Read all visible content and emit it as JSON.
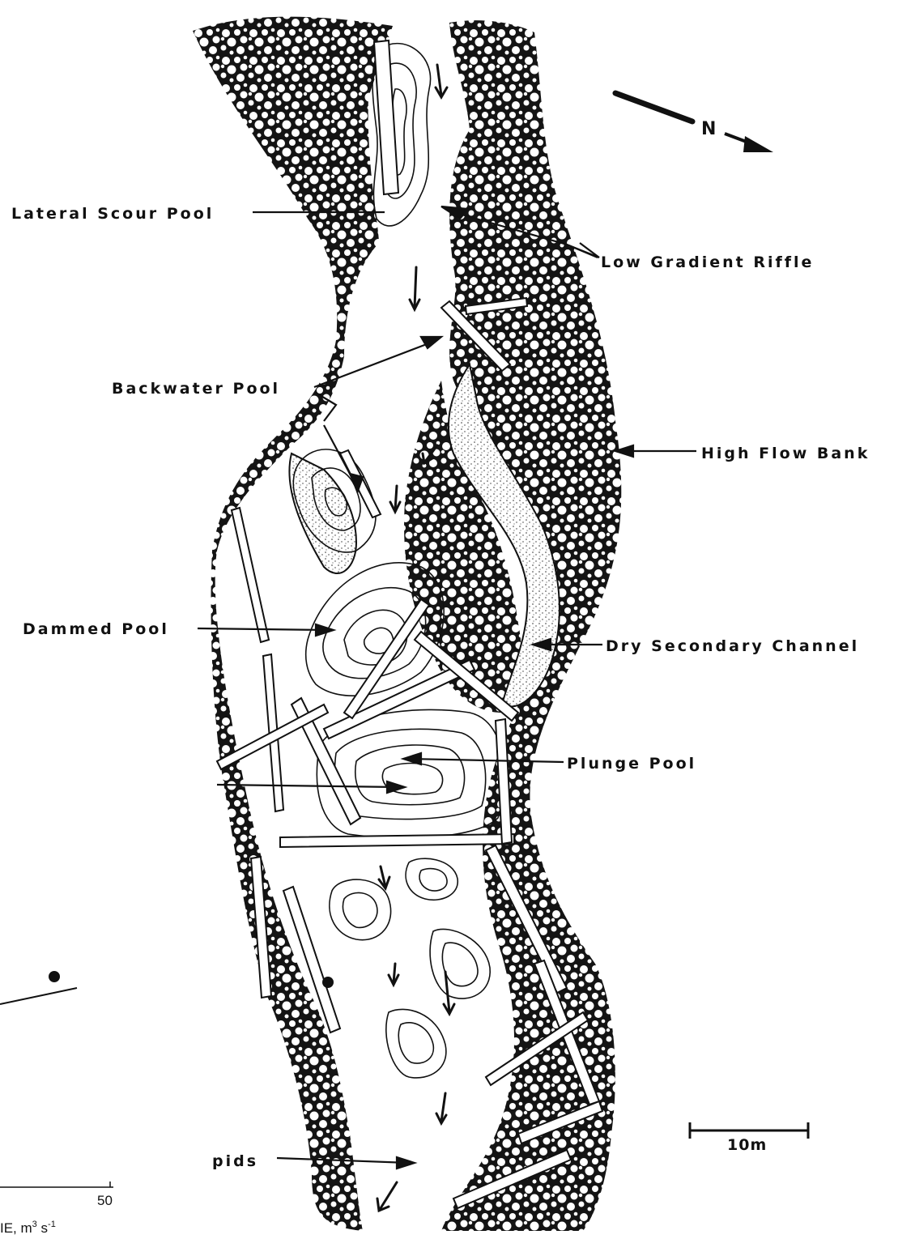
{
  "labels": {
    "lateral_scour_pool": "Lateral Scour Pool",
    "low_gradient_riffle": "Low Gradient Riffle",
    "backwater_pool": "Backwater Pool",
    "high_flow_bank": "High Flow Bank",
    "dammed_pool": "Dammed Pool",
    "dry_secondary_channel": "Dry Secondary Channel",
    "plunge_pool": "Plunge Pool",
    "rapids_fragment": "pids",
    "north": "N"
  },
  "scale_bar": {
    "label": "10m"
  },
  "inset_fragment": {
    "tick_label": "50",
    "axis_label_text": "IE, m",
    "axis_label_sup1": "3",
    "axis_label_mid": " s",
    "axis_label_sup2": "-1"
  },
  "colors": {
    "ink": "#111111",
    "paper": "#ffffff",
    "sand": "#d9d9d9"
  }
}
